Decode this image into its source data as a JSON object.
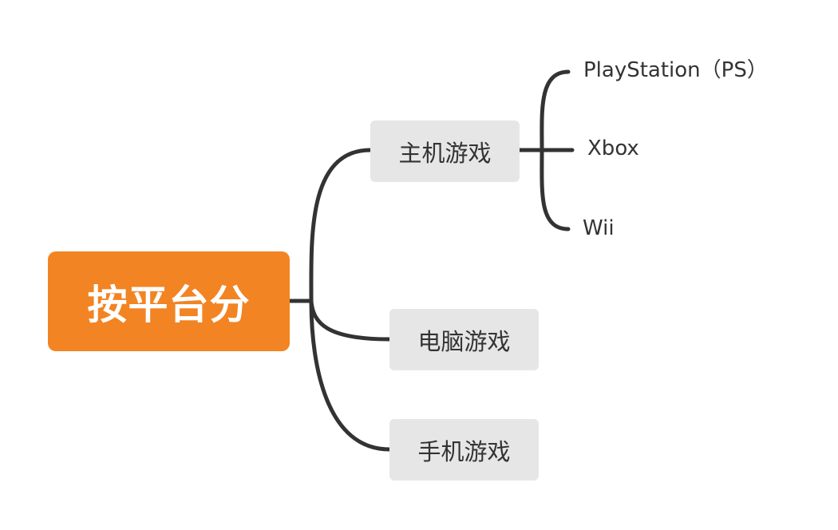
{
  "diagram": {
    "root": {
      "label": "按平台分",
      "color": "#f28423"
    },
    "branches": [
      {
        "label": "主机游戏",
        "children": [
          "PlayStation（PS）",
          "Xbox",
          "Wii"
        ]
      },
      {
        "label": "电脑游戏",
        "children": []
      },
      {
        "label": "手机游戏",
        "children": []
      }
    ],
    "branch_fill": "#e6e6e6",
    "connector_color": "#333333",
    "text_color": "#333333"
  }
}
